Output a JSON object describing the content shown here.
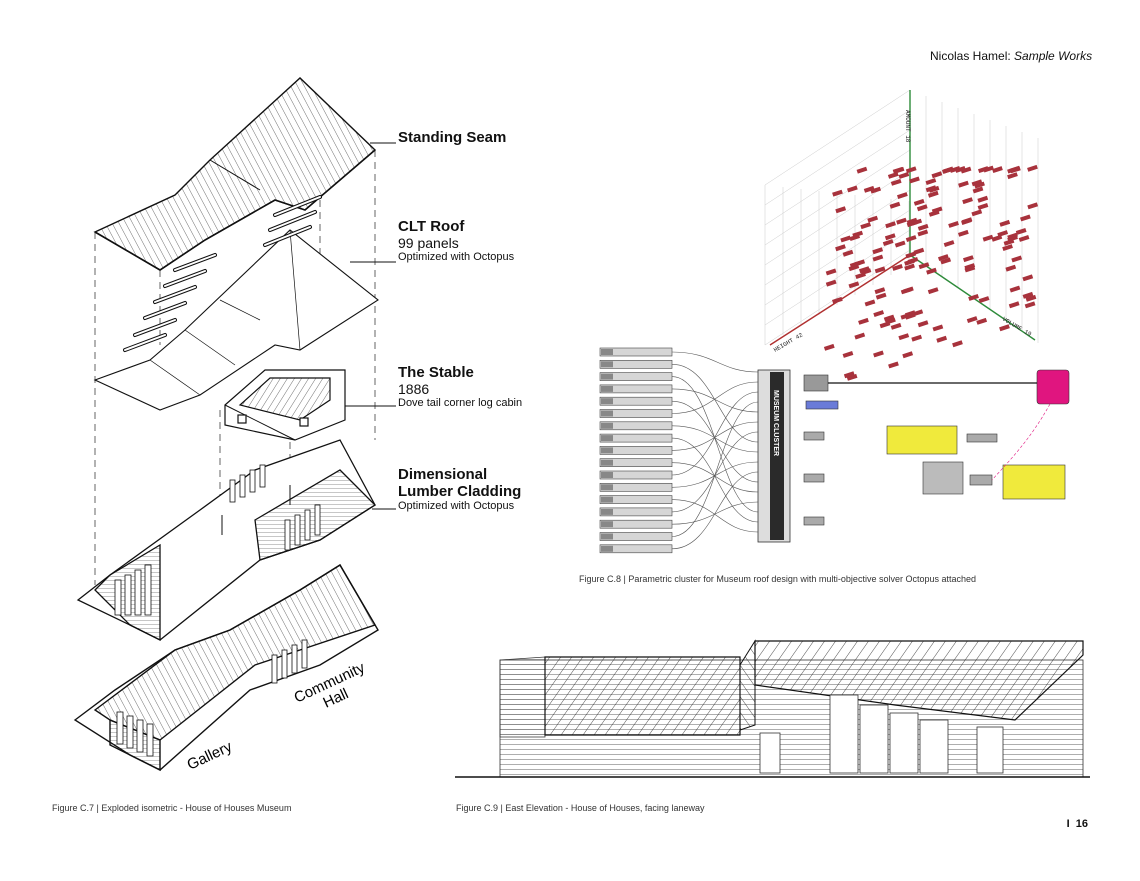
{
  "header": {
    "author": "Nicolas Hamel:",
    "title": "Sample Works"
  },
  "isometric": {
    "layers": [
      {
        "title": "Standing Seam",
        "subtitle": "",
        "note": ""
      },
      {
        "title": "CLT Roof",
        "subtitle": "99 panels",
        "note": "Optimized with Octopus"
      },
      {
        "title": "The Stable",
        "subtitle": "1886",
        "note": "Dove tail corner log cabin"
      },
      {
        "title": "Dimensional Lumber Cladding",
        "title_line1": "Dimensional",
        "title_line2": "Lumber Cladding",
        "subtitle": "",
        "note": "Optimized with Octopus"
      }
    ],
    "program_labels": {
      "gallery": "Gallery",
      "community": "Community",
      "hall": "Hall"
    },
    "caption": "Figure C.7 | Exploded isometric - House of Houses Museum"
  },
  "parametric": {
    "caption": "Figure C.8 | Parametric cluster for Museum roof design with multi-objective solver Octopus attached",
    "cluster_label": "MUSEUM CLUSTER",
    "axis_labels": {
      "vertical": "AMOUNT 18",
      "left": "HEIGHT 42",
      "right": "VOLUME 19"
    },
    "colors": {
      "points": "#a8323c",
      "solver": "#e0157f",
      "panel": "#f0ea3c",
      "axis_green": "#2e8b3a",
      "axis_red": "#b03030"
    }
  },
  "elevation": {
    "caption": "Figure C.9 | East Elevation - House of Houses, facing laneway"
  },
  "page_number": "16",
  "page_marker": "I"
}
